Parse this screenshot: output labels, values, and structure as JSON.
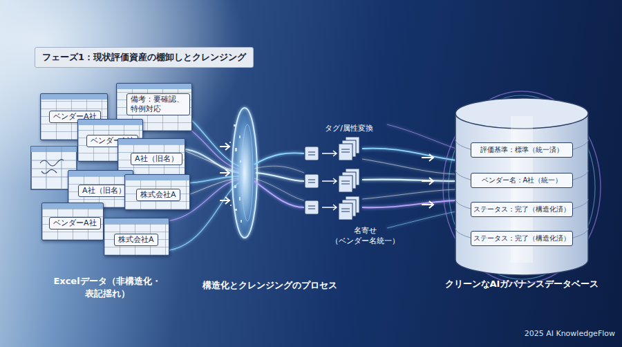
{
  "diagram": {
    "title": "フェーズ1：現状評価資産の棚卸しとクレンジング",
    "nodes": [
      {
        "text": [
          "ベンダーA社"
        ]
      },
      {
        "text": [
          "備考：要確認、特例対応"
        ]
      },
      {
        "text": [
          "ベンダーA社"
        ]
      },
      {
        "text": [
          "A社（旧名）"
        ]
      },
      {
        "text": [
          "A社（旧名）"
        ]
      },
      {
        "text": [
          "株式会社A"
        ]
      },
      {
        "text": [
          "ベンダーA社"
        ]
      },
      {
        "text": [
          "株式会社A"
        ]
      },
      {
        "text": [
          "クリーンなAIガバナンスデータベース"
        ]
      },
      {
        "text": [
          "評価基準：標準（統一済）"
        ],
        "in": 8
      },
      {
        "text": [
          "ベンダー名：A社（統一）"
        ],
        "in": 8
      },
      {
        "text": [
          "ステータス：完了（構造化済）"
        ],
        "in": 8
      },
      {
        "text": [
          "ステータス：完了（構造化済）"
        ],
        "in": 8
      }
    ],
    "labels": [
      "タグ/属性変換",
      "名寄せ（ベンダー名統一）",
      "Excelデータ（非構造化・表記揺れ）",
      "構造化とクレンジングのプロセス",
      "2025 AI KnowledgeFlow"
    ]
  }
}
